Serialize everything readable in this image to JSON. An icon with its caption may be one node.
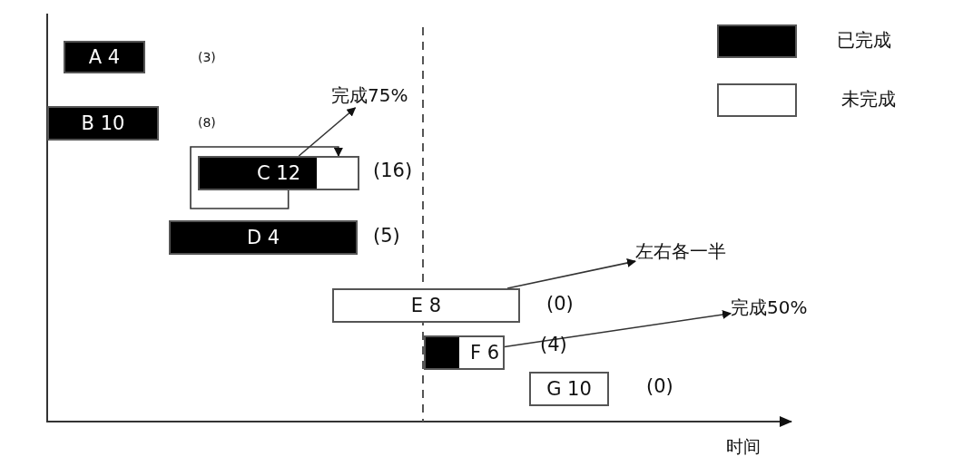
{
  "diagram": {
    "nodes": [
      {
        "text": [
          "A 4"
        ]
      },
      {
        "text": [
          "B 10"
        ]
      },
      {
        "text": [
          "C 12"
        ]
      },
      {
        "text": [
          "D 4"
        ]
      },
      {
        "text": [
          "E 8"
        ]
      },
      {
        "text": [
          "F 6"
        ]
      },
      {
        "text": [
          "G 10"
        ]
      },
      {
        "text": [
          "完成75%"
        ]
      },
      {
        "text": [
          "左右各一半"
        ]
      },
      {
        "text": [
          "完成50%"
        ]
      }
    ],
    "edges": [
      {
        "from": 2,
        "to": 7,
        "arrow": "to"
      },
      {
        "from": 2,
        "to": 2,
        "arrow": "to"
      },
      {
        "from": 4,
        "to": 8,
        "arrow": "to"
      },
      {
        "from": 5,
        "to": 9,
        "arrow": "to"
      }
    ],
    "labels": [
      "(3)",
      "(8)",
      "(16)",
      "(5)",
      "(0)",
      "(4)",
      "(0)",
      "时间"
    ],
    "legend": [
      {
        "text": "已完成",
        "color": "#000000"
      },
      {
        "text": "未完成",
        "color": "#ffffff"
      }
    ]
  }
}
